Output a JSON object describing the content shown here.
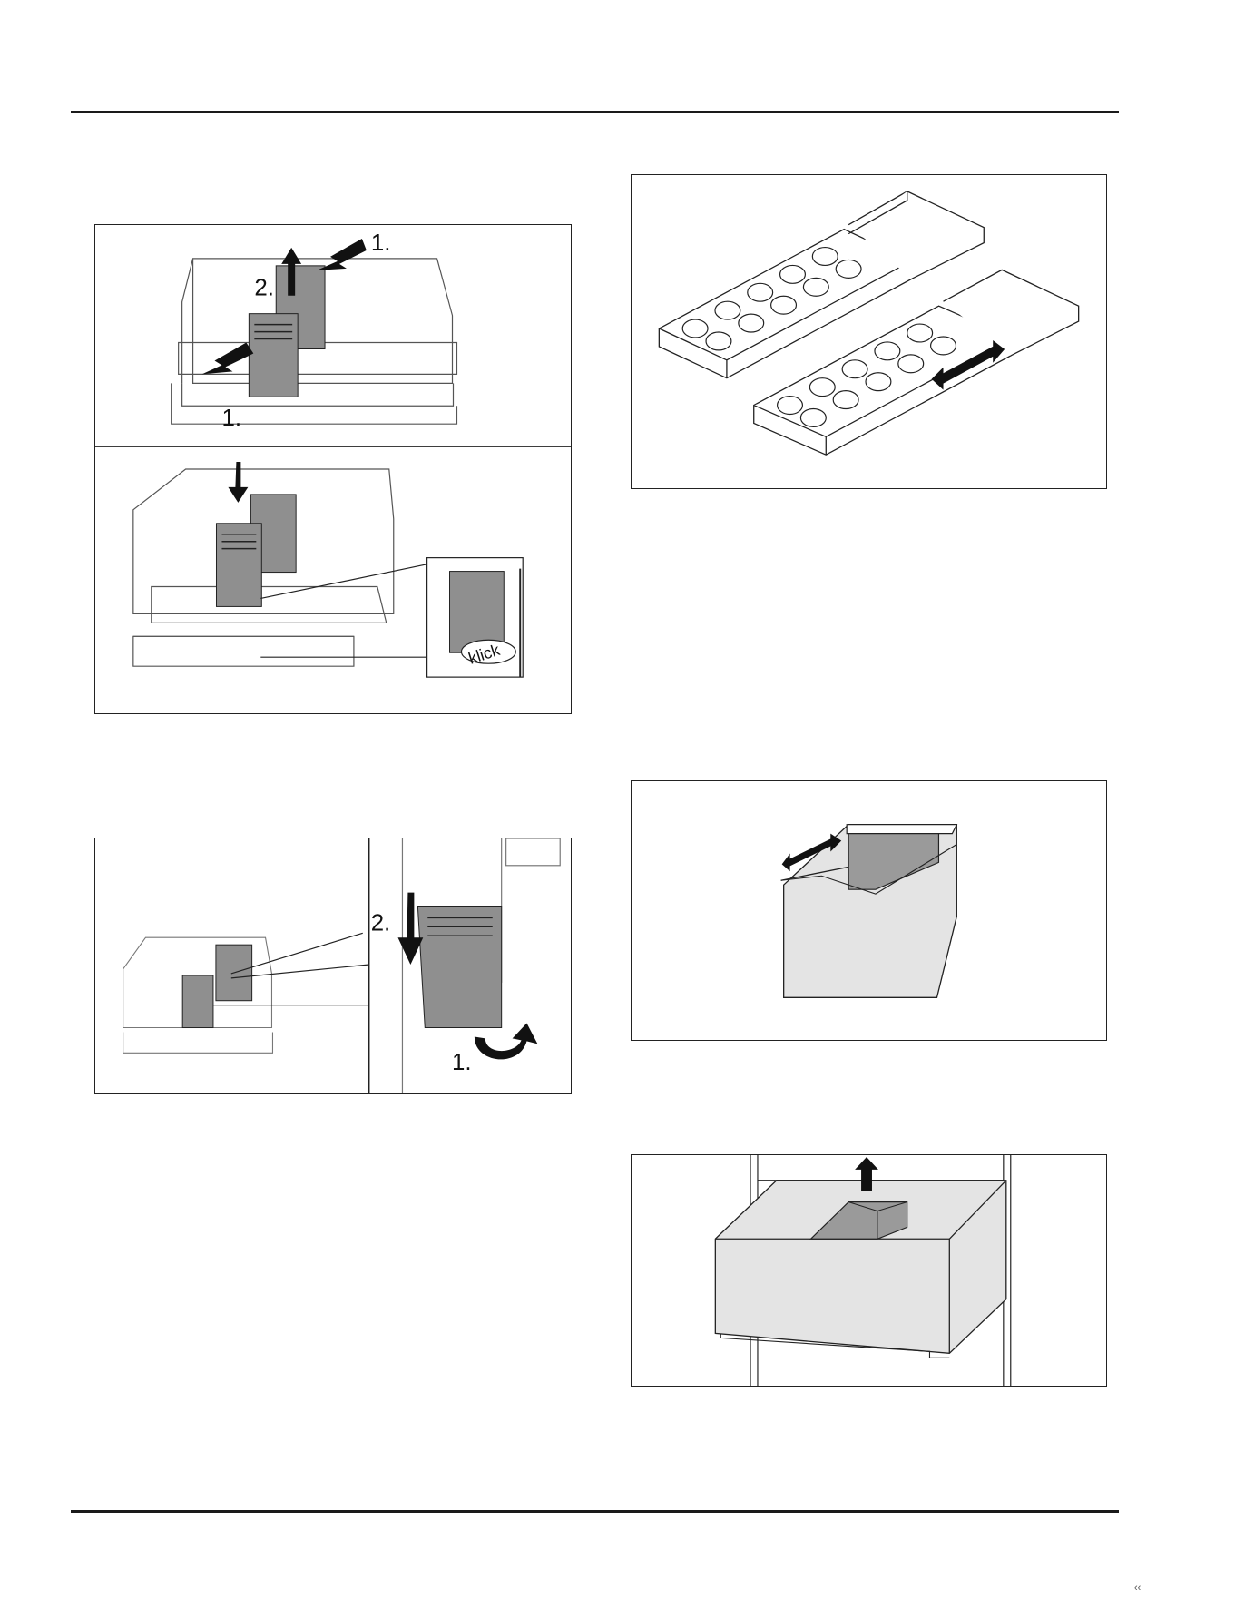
{
  "figures": {
    "fig_a": {
      "step_label_1": "1.",
      "step_label_2": "2.",
      "step_label_3": "1.",
      "klick": "klick"
    },
    "fig_b": {
      "step_label_1": "2.",
      "step_label_2": "1."
    }
  },
  "colors": {
    "line": "#222222",
    "panel_fill": "#8f8f8f",
    "bin_fill": "#e4e4e4",
    "arrow": "#111111"
  },
  "footer": {
    "page_mark": "‹‹"
  }
}
